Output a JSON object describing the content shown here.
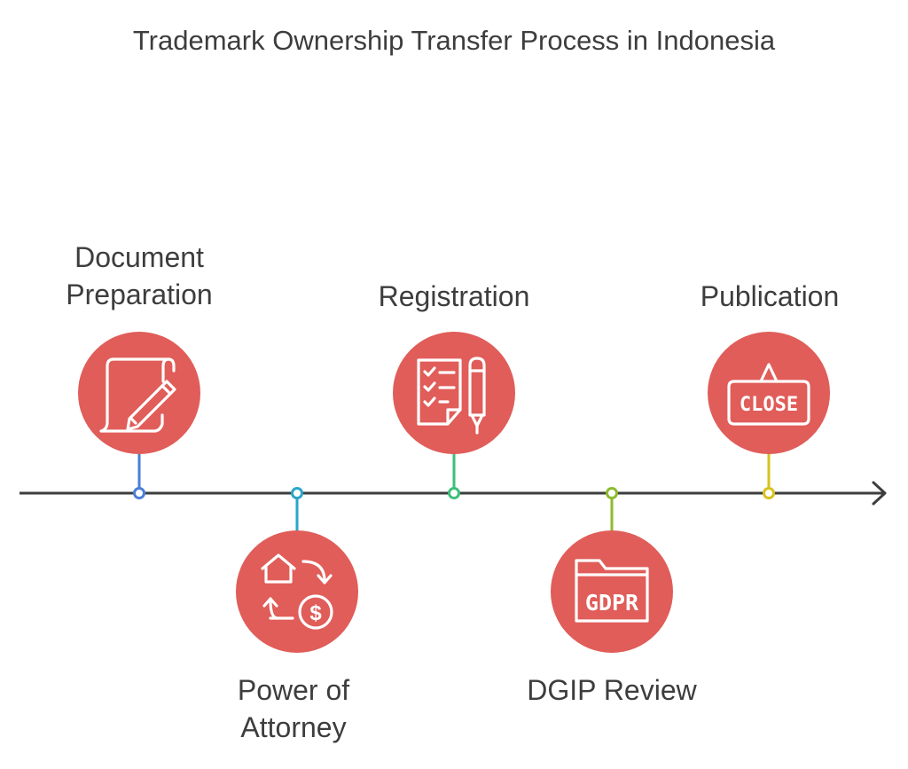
{
  "title": "Trademark Ownership Transfer Process in Indonesia",
  "colors": {
    "circle": "#e05d59",
    "axis": "#3d3d3d",
    "step1": "#4a7fd6",
    "step2": "#2aa6c9",
    "step3": "#3cbf7a",
    "step4": "#8dbb2d",
    "step5": "#d8c21c"
  },
  "steps": [
    {
      "label_line1": "Document",
      "label_line2": "Preparation",
      "icon": "document-pen-icon",
      "position": "above"
    },
    {
      "label_line1": "Power of",
      "label_line2": "Attorney",
      "icon": "house-exchange-dollar-icon",
      "position": "below"
    },
    {
      "label_line1": "Registration",
      "label_line2": "",
      "icon": "checklist-pen-icon",
      "position": "above"
    },
    {
      "label_line1": "DGIP Review",
      "label_line2": "",
      "icon": "gdpr-folder-icon",
      "position": "below"
    },
    {
      "label_line1": "Publication",
      "label_line2": "",
      "icon": "close-sign-icon",
      "position": "above"
    }
  ],
  "icon_text": {
    "gdpr": "GDPR",
    "close": "CLOSE"
  }
}
